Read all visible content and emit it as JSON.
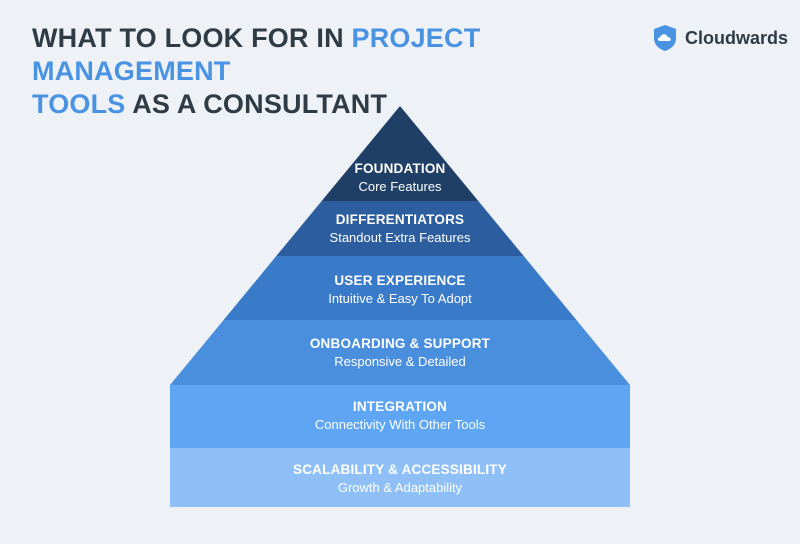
{
  "header": {
    "title_part1": "WHAT TO LOOK FOR IN ",
    "title_accent1": "PROJECT MANAGEMENT",
    "title_accent2": "TOOLS",
    "title_part2": " AS A CONSULTANT"
  },
  "brand": {
    "name": "Cloudwards",
    "icon": "shield-cloud-icon"
  },
  "colors": {
    "accent": "#4a93e3",
    "title": "#2f3b45",
    "layers": [
      "#1f3f66",
      "#2c5e9f",
      "#3a7bc9",
      "#4a8fdd",
      "#5ea6f4",
      "#8ec0f7"
    ]
  },
  "pyramid": {
    "layers": [
      {
        "title": "FOUNDATION",
        "subtitle": "Core Features"
      },
      {
        "title": "DIFFERENTIATORS",
        "subtitle": "Standout Extra Features"
      },
      {
        "title": "USER EXPERIENCE",
        "subtitle": "Intuitive & Easy To Adopt"
      },
      {
        "title": "ONBOARDING & SUPPORT",
        "subtitle": "Responsive & Detailed"
      },
      {
        "title": "INTEGRATION",
        "subtitle": "Connectivity With Other Tools"
      },
      {
        "title": "SCALABILITY & ACCESSIBILITY",
        "subtitle": "Growth & Adaptability"
      }
    ]
  }
}
